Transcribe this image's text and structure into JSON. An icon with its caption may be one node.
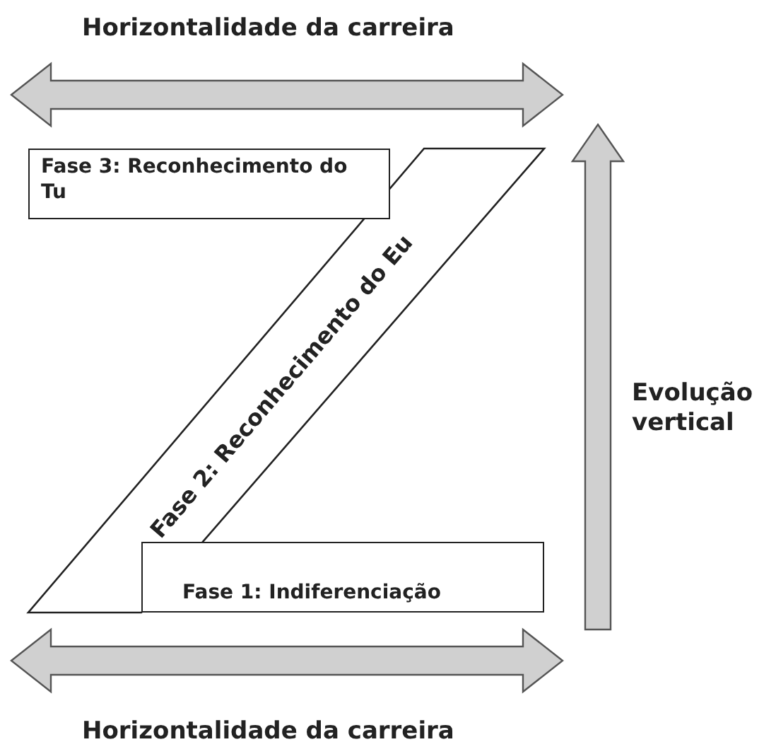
{
  "diagram": {
    "nodes": [
      {
        "text": [
          "Fase 3: Reconhecimento do Tu"
        ]
      },
      {
        "text": [
          "Fase 2: Reconhecimento do Eu"
        ]
      },
      {
        "text": [
          "Fase 1: Indiferenciação"
        ]
      }
    ],
    "labels": [
      "Horizontalidade da carreira",
      "Evolução vertical",
      "Horizontalidade da carreira"
    ]
  }
}
